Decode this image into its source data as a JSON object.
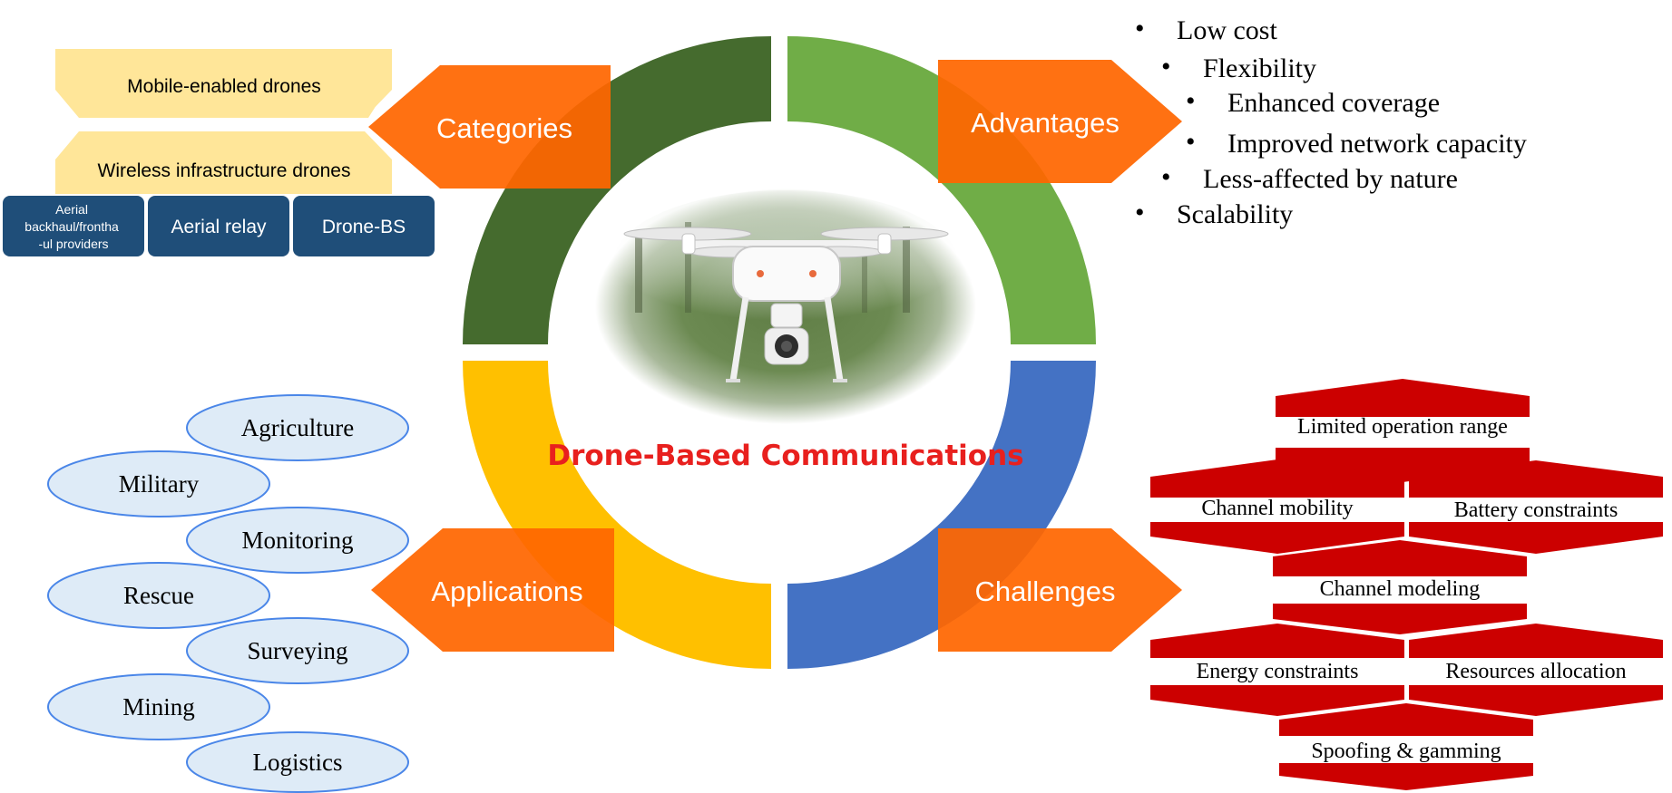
{
  "center_title": "Drone-Based Communications",
  "quadrants": {
    "categories": "Categories",
    "advantages": "Advantages",
    "applications": "Applications",
    "challenges": "Challenges"
  },
  "categories": {
    "mobile_enabled": "Mobile-enabled drones",
    "wireless_infrastructure": "Wireless infrastructure drones",
    "sub_types": [
      [
        "Aerial",
        "backhaul/frontha",
        "-ul providers"
      ],
      [
        "Aerial relay"
      ],
      [
        "Drone-BS"
      ]
    ]
  },
  "advantages": [
    "Low cost",
    "Flexibility",
    "Enhanced coverage",
    "Improved network capacity",
    "Less-affected by nature",
    "Scalability"
  ],
  "applications": [
    "Agriculture",
    "Military",
    "Monitoring",
    "Rescue",
    "Surveying",
    "Mining",
    "Logistics"
  ],
  "challenges": [
    "Limited operation range",
    "Channel mobility",
    "Battery constraints",
    "Channel modeling",
    "Energy constraints",
    "Resources allocation",
    "Spoofing & gamming"
  ],
  "colors": {
    "ring_dark_green": "#456b2e",
    "ring_light_green": "#70ad47",
    "ring_yellow": "#ffc000",
    "ring_blue": "#4472c4",
    "arrow_orange": "#ff6600",
    "category_yellow": "#ffe699",
    "category_navy": "#1f4e79",
    "ellipse_fill": "#deebf7",
    "ellipse_stroke": "#4a86e8",
    "challenge_red": "#cc0000",
    "title_red": "#e8201e"
  }
}
